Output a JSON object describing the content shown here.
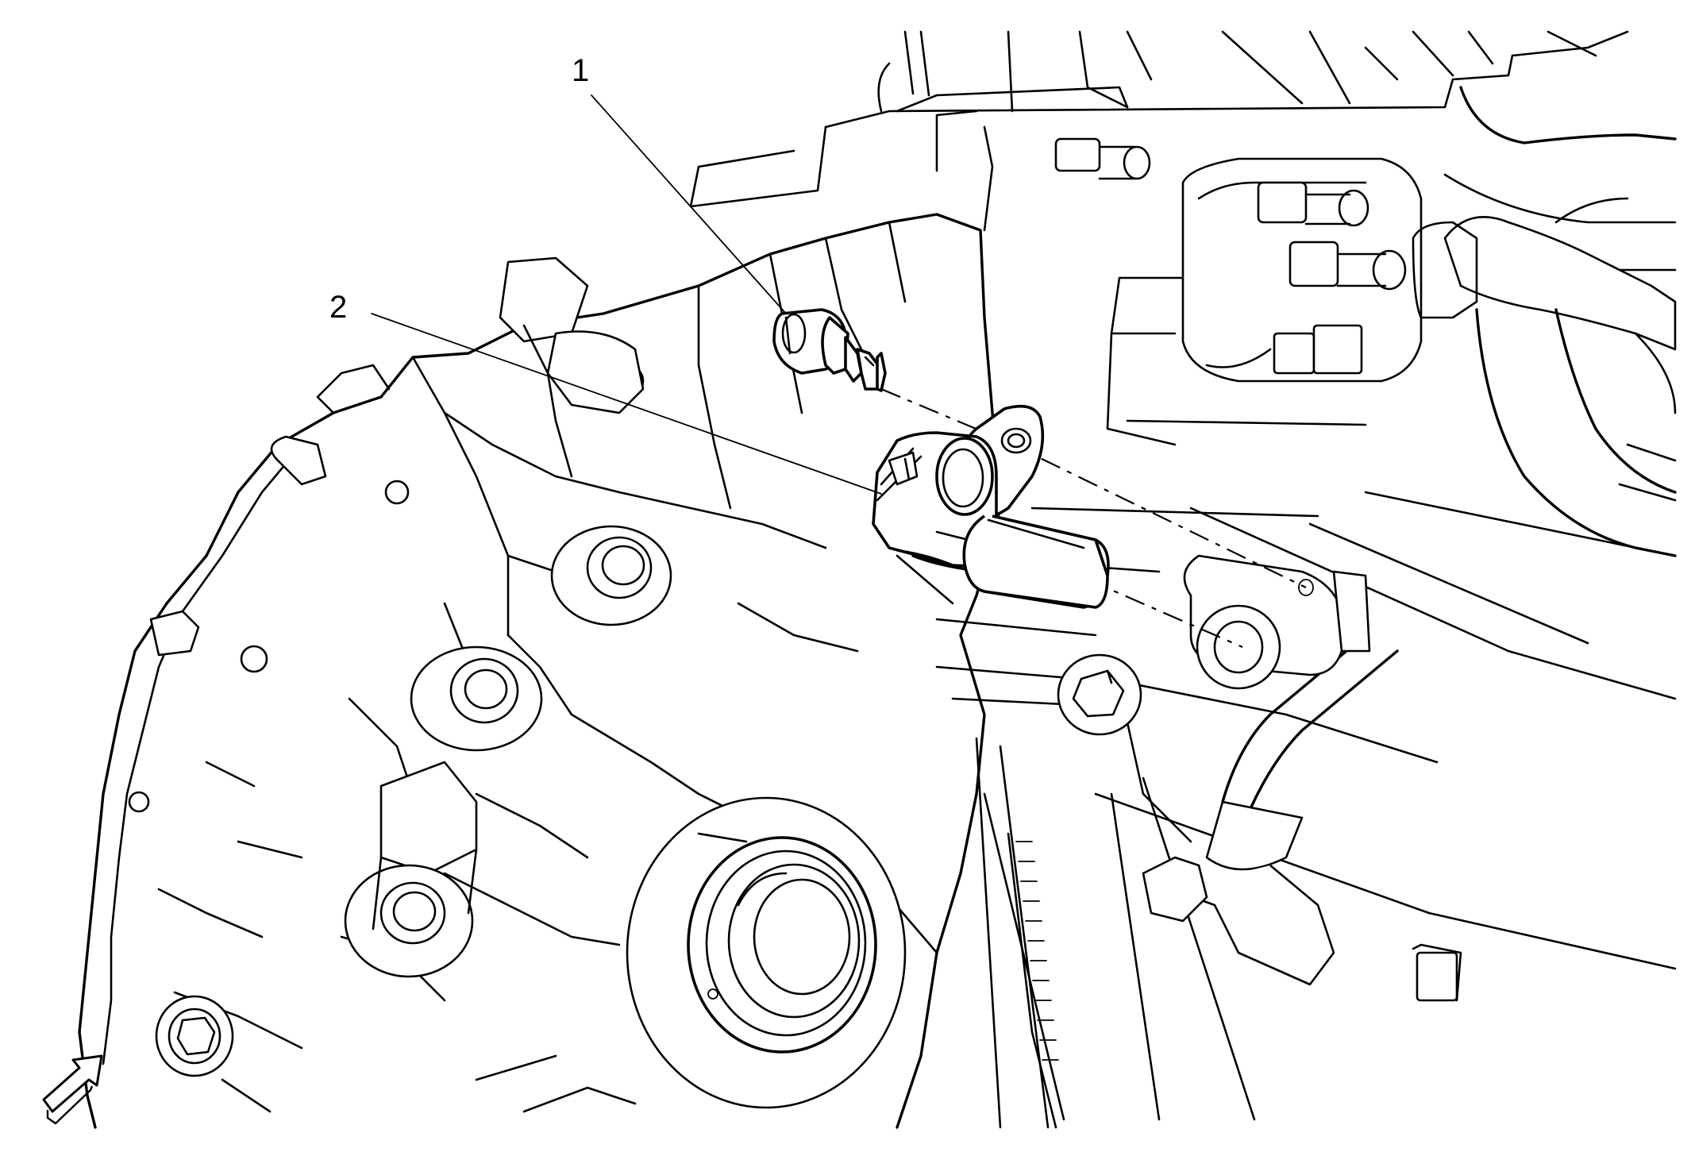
{
  "diagram": {
    "callouts": [
      {
        "id": "1",
        "label": "1"
      },
      {
        "id": "2",
        "label": "2"
      }
    ],
    "icons": {
      "view_direction": "view-direction-arrow-icon"
    },
    "colors": {
      "line": "#000000",
      "background": "#ffffff"
    }
  }
}
